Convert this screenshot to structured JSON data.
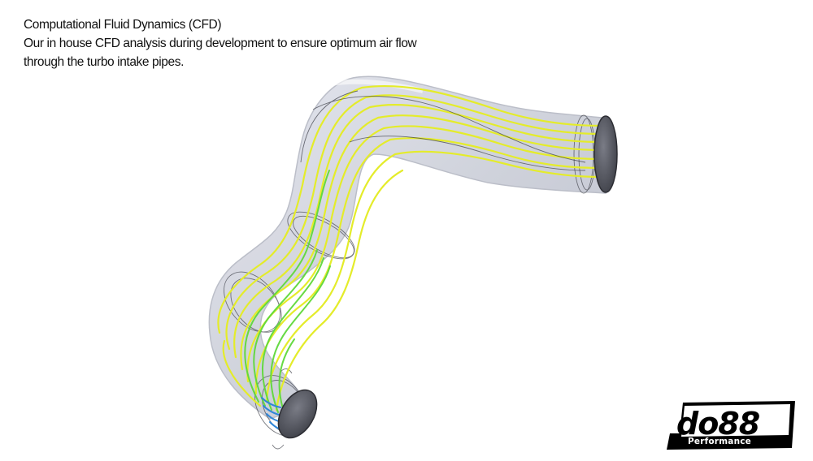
{
  "caption": {
    "title": "Computational Fluid Dynamics (CFD)",
    "line1": "Our in house CFD analysis during development to ensure optimum air flow",
    "line2": "through the turbo intake pipes."
  },
  "figure": {
    "subject": "turbo intake pipe with CFD streamlines",
    "streamline_colors": {
      "high": "#e6ee2a",
      "mid": "#8ee03a",
      "green": "#2fcf3a",
      "low": "#2a7fd8"
    },
    "pipe_color": "#c9ccd6",
    "outlet_color": "#55575f"
  },
  "logo": {
    "brand": "do88",
    "tagline": "Performance"
  }
}
